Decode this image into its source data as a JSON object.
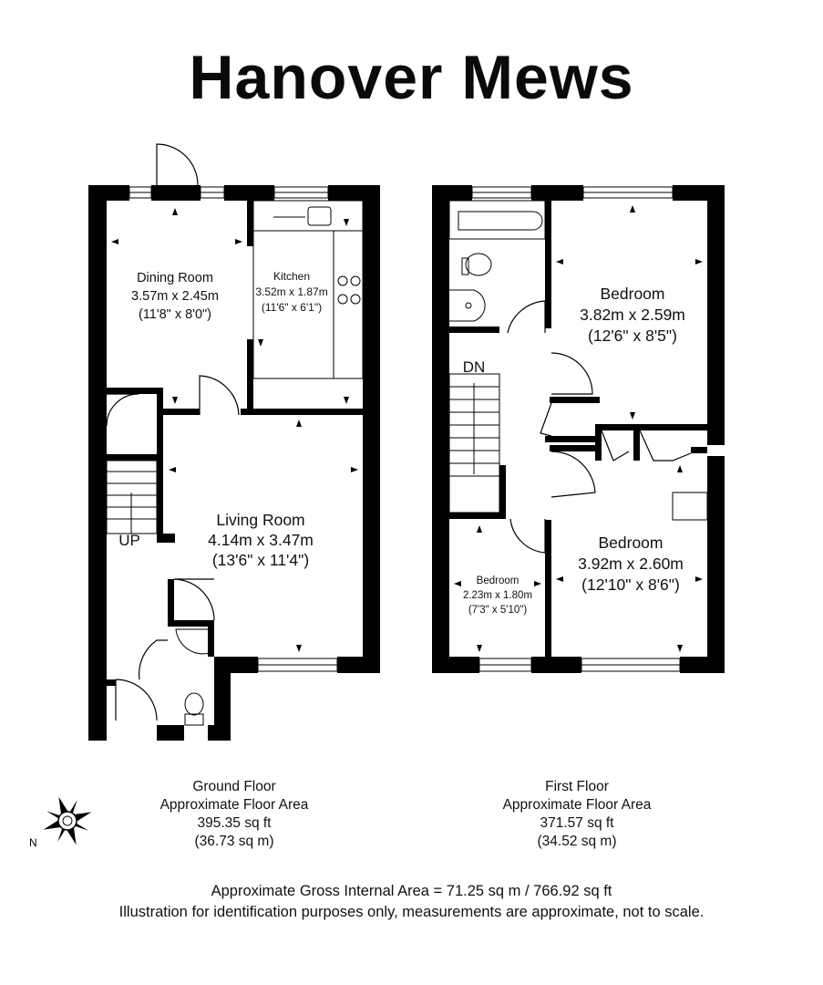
{
  "title": "Hanover Mews",
  "ground_floor": {
    "rooms": [
      {
        "name": "Dining Room",
        "metric": "3.57m x 2.45m",
        "imperial": "(11'8\" x 8'0\")"
      },
      {
        "name": "Kitchen",
        "metric": "3.52m x 1.87m",
        "imperial": "(11'6\" x 6'1\")"
      },
      {
        "name": "Living Room",
        "metric": "4.14m x 3.47m",
        "imperial": "(13'6\" x 11'4\")"
      }
    ],
    "stair_label": "UP",
    "summary": {
      "name": "Ground Floor",
      "label": "Approximate Floor Area",
      "sqft": "395.35 sq ft",
      "sqm": "(36.73 sq m)"
    }
  },
  "first_floor": {
    "rooms": [
      {
        "name": "Bedroom",
        "metric": "3.82m x 2.59m",
        "imperial": "(12'6\" x 8'5\")"
      },
      {
        "name": "Bedroom",
        "metric": "3.92m x 2.60m",
        "imperial": "(12'10\" x 8'6\")"
      },
      {
        "name": "Bedroom",
        "metric": "2.23m x 1.80m",
        "imperial": "(7'3\" x 5'10\")"
      }
    ],
    "stair_label": "DN",
    "summary": {
      "name": "First Floor",
      "label": "Approximate Floor Area",
      "sqft": "371.57 sq ft",
      "sqm": "(34.52 sq m)"
    }
  },
  "compass": {
    "label": "N",
    "icon": "compass-rose-icon"
  },
  "footer": {
    "gross_area": "Approximate Gross Internal Area = 71.25 sq m / 766.92 sq ft",
    "disclaimer": "Illustration for identification purposes only, measurements are approximate, not to scale."
  },
  "colors": {
    "wall": "#000000",
    "background": "#ffffff"
  }
}
